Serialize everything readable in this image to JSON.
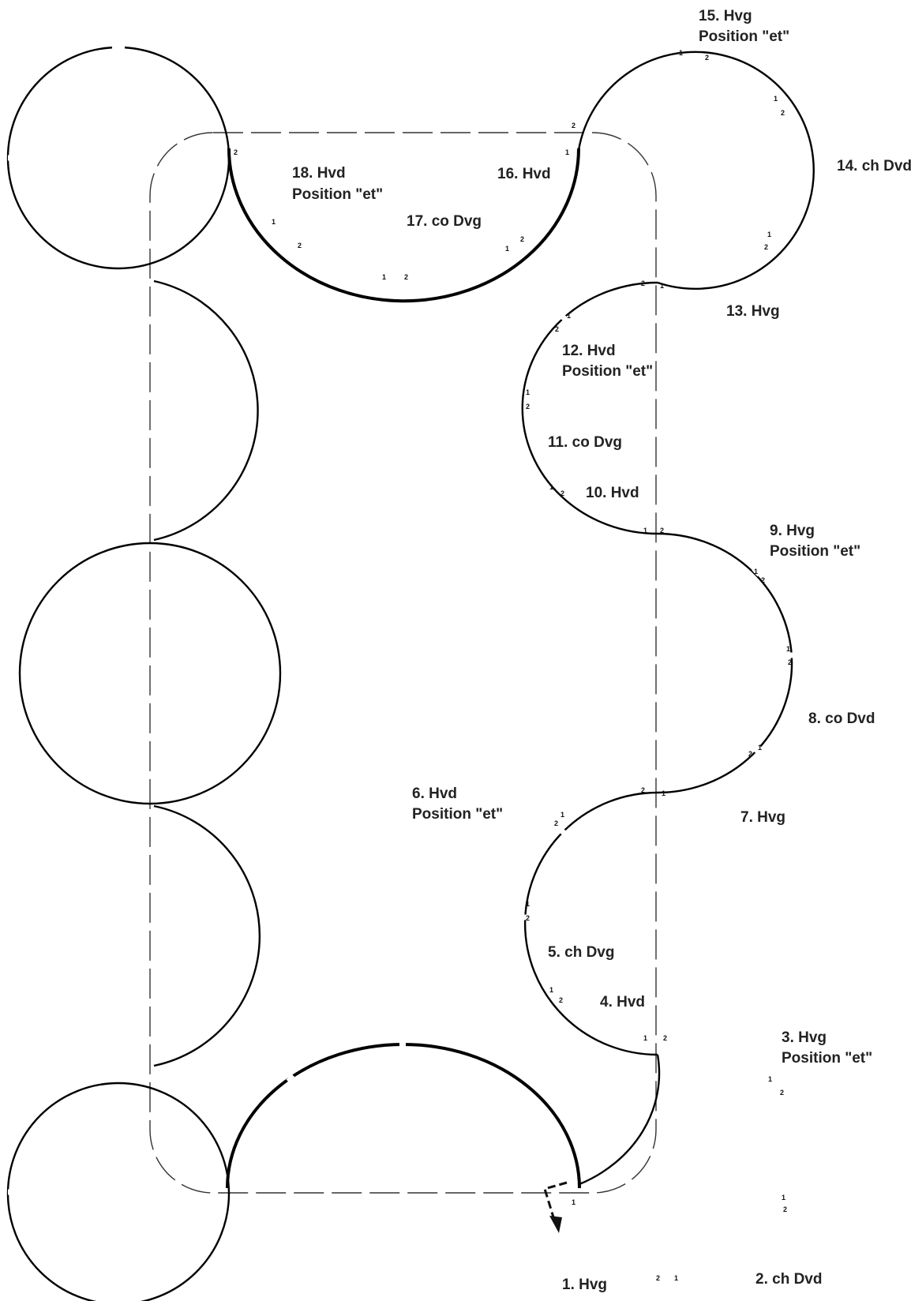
{
  "labels": {
    "l1": "1. Hvg",
    "l2": "2. ch Dvd",
    "l3a": "3. Hvg",
    "l3b": "Position \"et\"",
    "l4": "4. Hvd",
    "l5": "5. ch Dvg",
    "l6a": "6. Hvd",
    "l6b": "Position \"et\"",
    "l7": "7. Hvg",
    "l8": "8. co Dvd",
    "l9a": "9. Hvg",
    "l9b": "Position \"et\"",
    "l10": "10. Hvd",
    "l11": "11. co Dvg",
    "l12a": "12. Hvd",
    "l12b": "Position \"et\"",
    "l13": "13. Hvg",
    "l14": "14. ch Dvd",
    "l15a": "15. Hvg",
    "l15b": "Position \"et\"",
    "l16": "16. Hvd",
    "l17": "17. co Dvg",
    "l18a": "18. Hvd",
    "l18b": "Position \"et\""
  },
  "markers": {
    "one": "1",
    "two": "2"
  }
}
